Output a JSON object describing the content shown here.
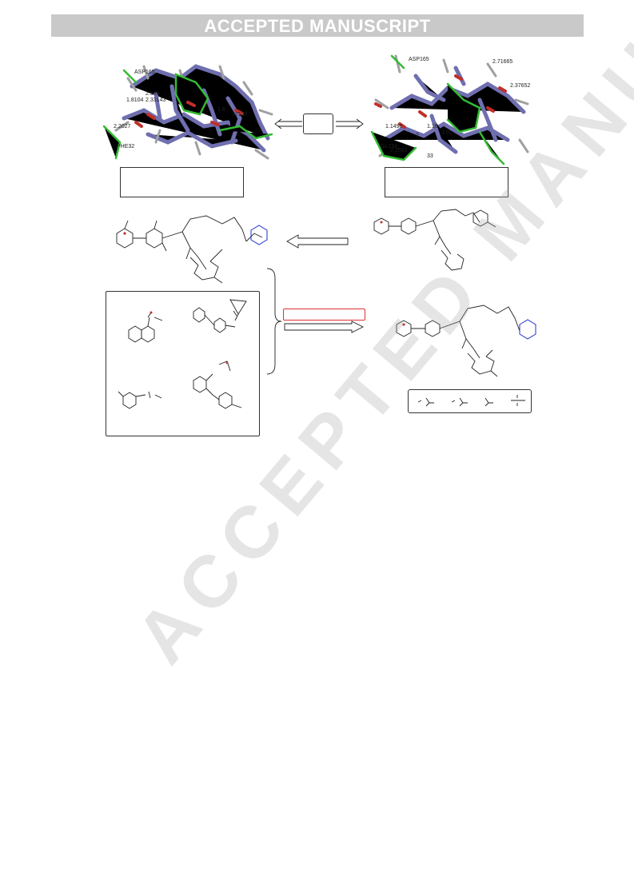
{
  "header": {
    "banner": "ACCEPTED MANUSCRIPT"
  },
  "watermark": {
    "text": "ACCEPTED MANUSCRIPT"
  },
  "docking_left": {
    "residues": [
      "ASP165",
      "PHE32"
    ],
    "distances": [
      "2.556",
      "1.8104",
      "2.33143",
      "2.2027",
      "1.8",
      "27137"
    ]
  },
  "docking_right": {
    "residues": [
      "ASP165",
      "GLY34",
      "33"
    ],
    "distances": [
      "2.71665",
      "2.37652",
      "1.1498",
      "1.16",
      "3.51",
      "2",
      "2.2563"
    ]
  },
  "colors": {
    "protein": "#6f6fb0",
    "ligand": "#33bb33",
    "oxygen": "#c0302a",
    "nitrogen": "#1010cc",
    "banner": "#c9c9c9"
  }
}
